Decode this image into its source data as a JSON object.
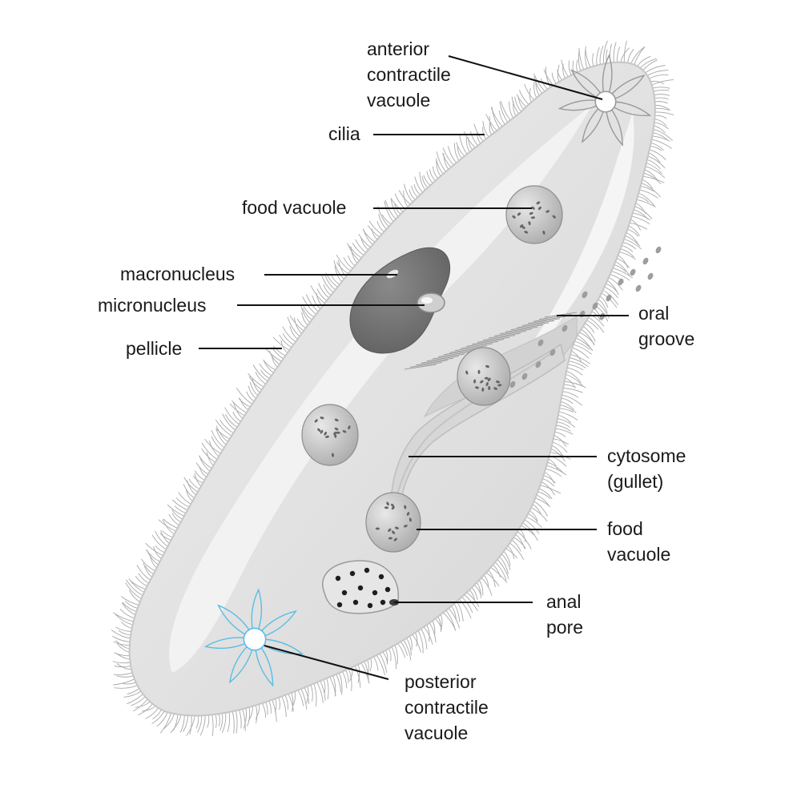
{
  "labels": {
    "anterior_contractile_vacuole": [
      "anterior",
      "contractile",
      "vacuole"
    ],
    "cilia": [
      "cilia"
    ],
    "food_vacuole_top": [
      "food vacuole"
    ],
    "macronucleus": [
      "macronucleus"
    ],
    "micronucleus": [
      "micronucleus"
    ],
    "pellicle": [
      "pellicle"
    ],
    "oral_groove": [
      "oral",
      "groove"
    ],
    "cytosome": [
      "cytosome",
      "(gullet)"
    ],
    "food_vacuole_right": [
      "food",
      "vacuole"
    ],
    "anal_pore": [
      "anal",
      "pore"
    ],
    "posterior_contractile_vacuole": [
      "posterior",
      "contractile",
      "vacuole"
    ]
  },
  "colors": {
    "body_fill": "#e4e4e4",
    "body_outline": "#c9c9c9",
    "cilia": "#a8a8a8",
    "macronucleus": "#6d6d6d",
    "food_vacuole": "#b8b8b8",
    "posterior_vacuole": "#5bbde4",
    "anterior_vacuole": "#9a9a9a"
  }
}
